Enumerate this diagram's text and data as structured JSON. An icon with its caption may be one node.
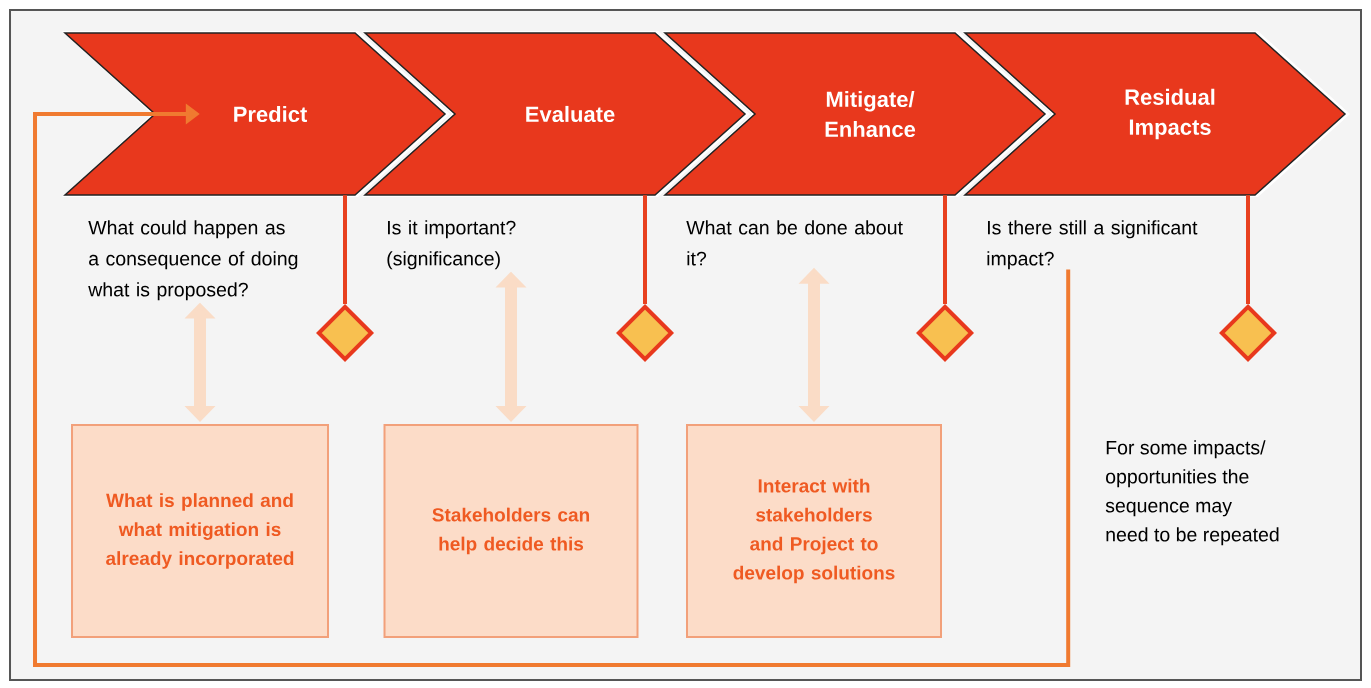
{
  "diagram": {
    "nodes": [
      {
        "text": [
          "Predict"
        ]
      },
      {
        "text": [
          "Evaluate"
        ]
      },
      {
        "text": [
          "Mitigate/ Enhance"
        ]
      },
      {
        "text": [
          "Residual Impacts"
        ]
      },
      {
        "text": [
          "What could happen as a consequence of doing what is proposed?"
        ]
      },
      {
        "text": [
          "Is it important? (significance)"
        ]
      },
      {
        "text": [
          "What can be done about it?"
        ]
      },
      {
        "text": [
          "Is there still a significant impact?"
        ]
      },
      {
        "text": [],
        "shape": "diamond"
      },
      {
        "text": [],
        "shape": "diamond"
      },
      {
        "text": [],
        "shape": "diamond"
      },
      {
        "text": [],
        "shape": "diamond"
      },
      {
        "text": [
          "What is planned and what mitigation is already incorporated"
        ]
      },
      {
        "text": [
          "Stakeholders can help decide this"
        ]
      },
      {
        "text": [
          "Interact with stakeholders and Project to develop solutions"
        ]
      }
    ],
    "edges": [
      {
        "from": 0,
        "to": 8,
        "arrow": "none"
      },
      {
        "from": 1,
        "to": 9,
        "arrow": "none"
      },
      {
        "from": 2,
        "to": 10,
        "arrow": "none"
      },
      {
        "from": 3,
        "to": 11,
        "arrow": "none"
      },
      {
        "from": 4,
        "to": 12,
        "arrow": "both",
        "style": "thick",
        "color": "#fadcc6"
      },
      {
        "from": 5,
        "to": 13,
        "arrow": "both",
        "style": "thick",
        "color": "#fadcc6"
      },
      {
        "from": 6,
        "to": 14,
        "arrow": "both",
        "style": "thick",
        "color": "#fadcc6"
      },
      {
        "from": 7,
        "to": 0,
        "arrow": "to",
        "color": "#f07a30"
      }
    ],
    "labels": [
      "For some impacts/ opportunities the sequence may need to be repeated"
    ]
  }
}
